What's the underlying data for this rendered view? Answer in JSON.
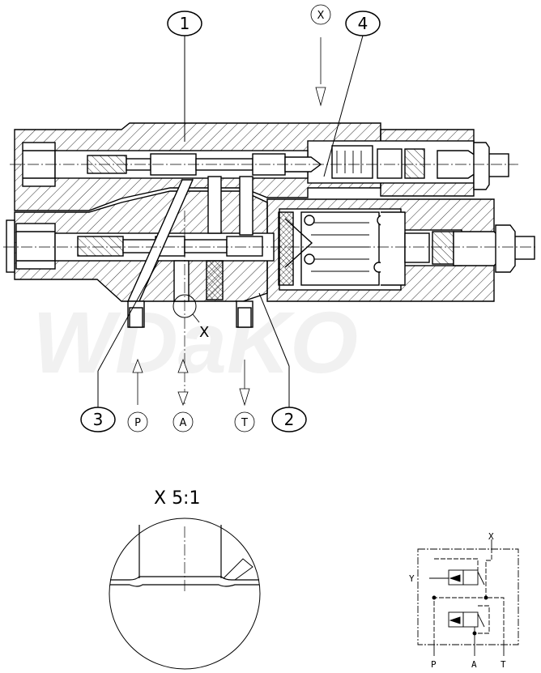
{
  "callouts": {
    "c1": "1",
    "c2": "2",
    "c3": "3",
    "c4": "4",
    "port_x": "X",
    "port_p": "P",
    "port_a": "A",
    "port_t": "T"
  },
  "detail": {
    "marker": "X",
    "title": "X 5:1"
  },
  "watermark": "WDaKO",
  "schematic": {
    "x": "X",
    "y": "Y",
    "p": "P",
    "a": "A",
    "t": "T"
  },
  "colors": {
    "ink": "#000000",
    "watermark": "#f1f1f1",
    "background": "#ffffff"
  }
}
